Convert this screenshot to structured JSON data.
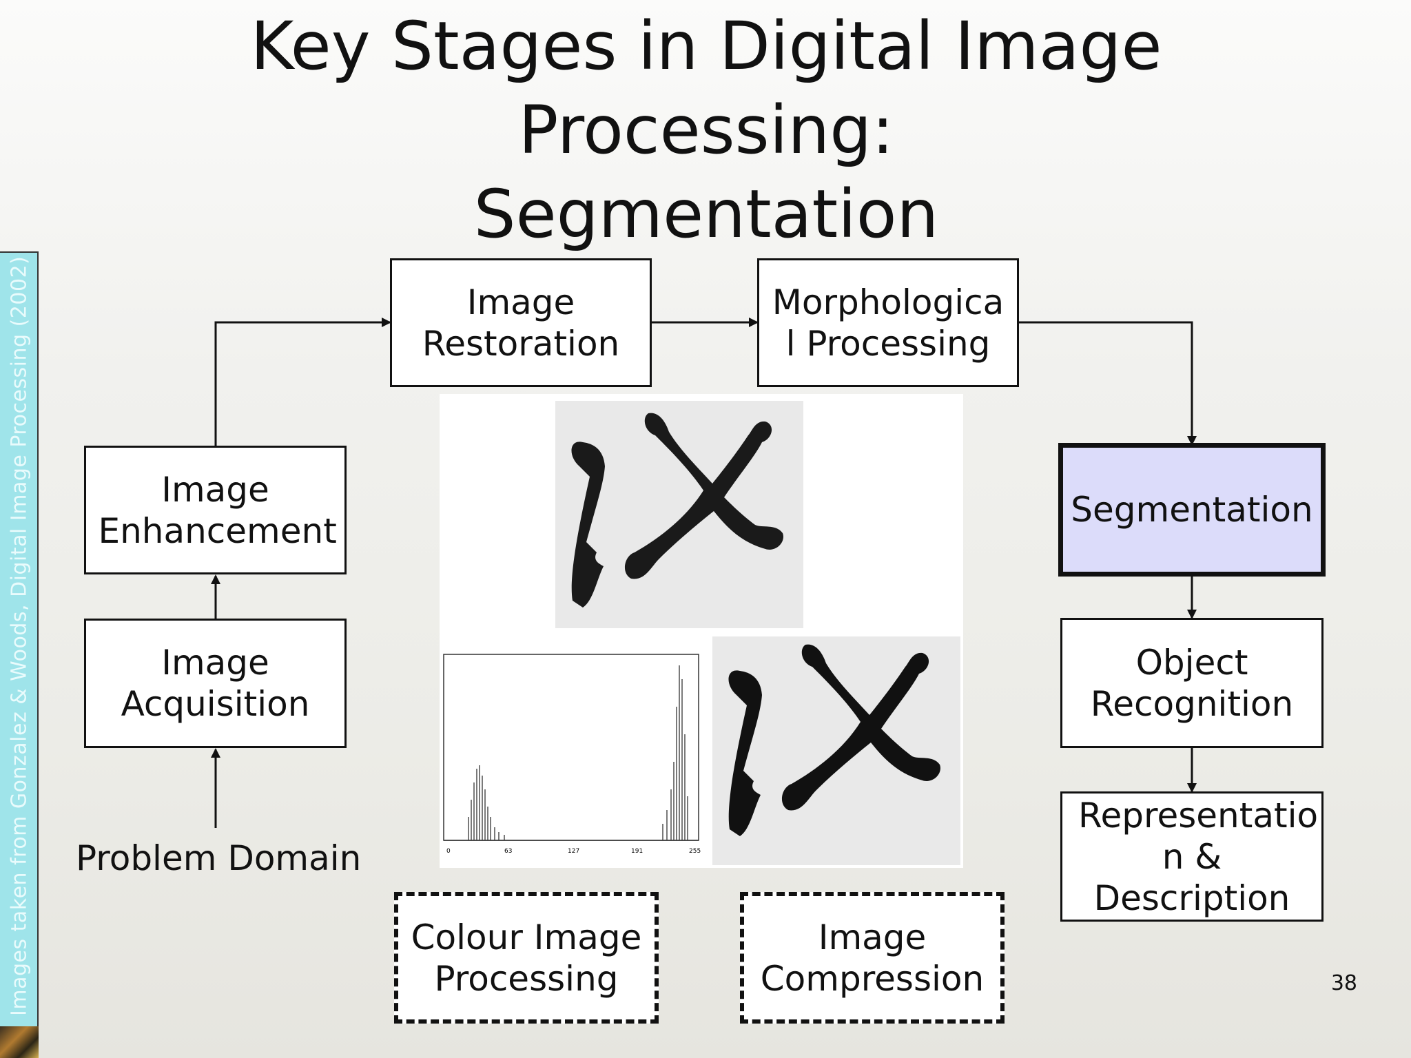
{
  "title": {
    "line1": "Key Stages in Digital Image",
    "line2": "Processing:",
    "line3": "Segmentation"
  },
  "side_credit": "Images taken from Gonzalez & Woods, Digital Image Processing (2002)",
  "stages": {
    "image_restoration": "Image Restoration",
    "morphological_processing": "Morphologica l Processing",
    "image_enhancement": "Image Enhancement",
    "image_acquisition": "Image Acquisition",
    "segmentation": "Segmentation",
    "object_recognition": "Object Recognition",
    "representation_description": "Representatio n & Description",
    "colour_image_processing": "Colour Image Processing",
    "image_compression": "Image Compression"
  },
  "problem_domain": "Problem Domain",
  "histogram_ticks": [
    "0",
    "63",
    "127",
    "191",
    "255"
  ],
  "page_number": "38",
  "colors": {
    "active_fill": "#dcdcfa",
    "side_strip": "#9fe4ea"
  }
}
